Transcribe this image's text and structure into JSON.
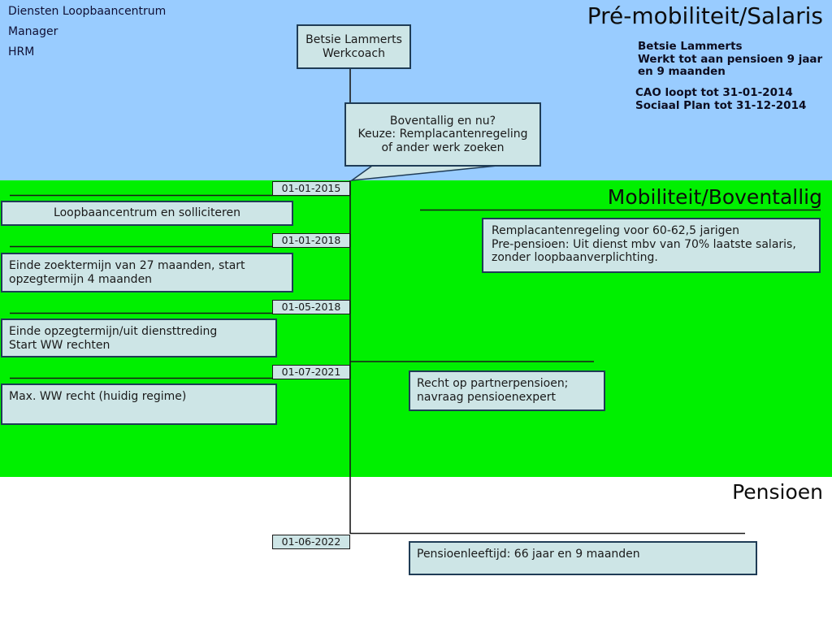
{
  "top_left": {
    "lines": [
      "Diensten Loopbaancentrum",
      "Manager",
      "HRM"
    ]
  },
  "titles": {
    "premobiliteit": "Pré-mobiliteit/Salaris",
    "mobiliteit": "Mobiliteit/Boventallig",
    "pensioen": "Pensioen"
  },
  "actor_box": {
    "line1": "Betsie Lammerts",
    "line2": "Werkcoach"
  },
  "info_person": {
    "line1": "Betsie Lammerts",
    "line2": "Werkt tot aan pensioen 9 jaar",
    "line3": "en 9 maanden"
  },
  "info_cao": {
    "line1": "CAO loopt tot 31-01-2014",
    "line2": "Sociaal Plan tot 31-12-2014"
  },
  "callout": {
    "line1": "Boventallig en nu?",
    "line2": "Keuze: Remplacantenregeling",
    "line3": "of ander werk zoeken"
  },
  "dates": {
    "d1": "01-01-2015",
    "d2": "01-01-2018",
    "d3": "01-05-2018",
    "d4": "01-07-2021",
    "d5": "01-06-2022"
  },
  "events": {
    "loopbaancentrum": "Loopbaancentrum en solliciteren",
    "zoektermijn_l1": "Einde zoektermijn van 27 maanden, start",
    "zoektermijn_l2": "opzegtermijn 4 maanden",
    "opzegtermijn_l1": "Einde opzegtermijn/uit diensttreding",
    "opzegtermijn_l2": "Start WW rechten",
    "maxww": "Max. WW recht (huidig regime)",
    "remplacanten_l1": "Remplacantenregeling voor 60-62,5 jarigen",
    "remplacanten_l2": "Pre-pensioen: Uit dienst mbv van 70% laatste salaris,",
    "remplacanten_l3": "zonder loopbaanverplichting.",
    "partner_l1": "Recht op partnerpensioen;",
    "partner_l2": "navraag pensioenexpert",
    "pensioenleeftijd": "Pensioenleeftijd: 66 jaar en 9 maanden"
  },
  "colors": {
    "premobiliteit_band": "#99ccff",
    "mobiliteit_band": "#00f000",
    "pensioen_band": "#ffffff",
    "event_box_fill": "#cde5e6",
    "event_box_border": "#1f3c56",
    "line": "#1a1a1a",
    "text": "#111122"
  }
}
